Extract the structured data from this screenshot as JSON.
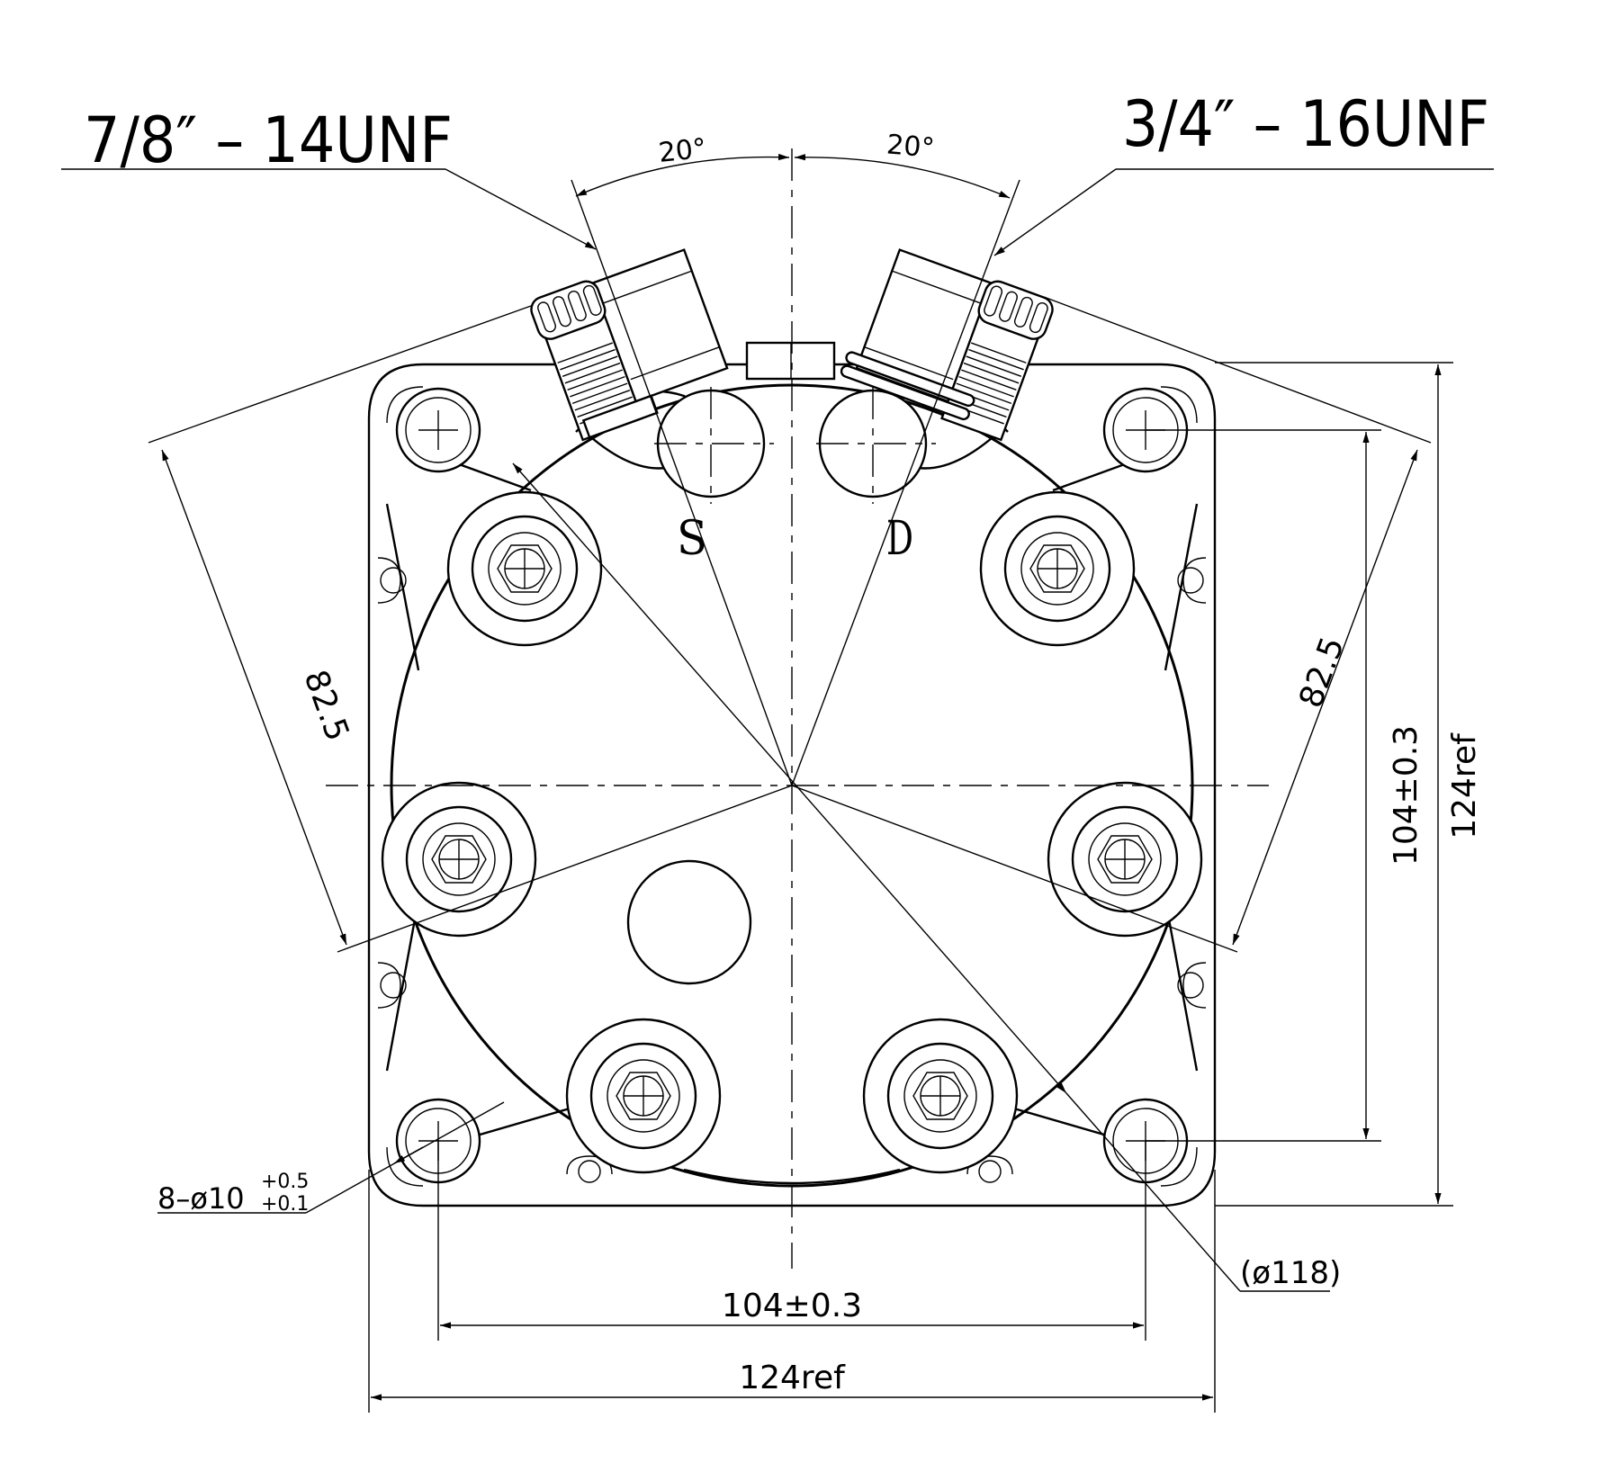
{
  "drawing": {
    "callout_left": "7/8″ – 14UNF",
    "callout_right": "3/4″ – 16UNF",
    "angle_left": "20°",
    "angle_right": "20°",
    "port_suction": "S",
    "port_discharge": "D",
    "dim_diagonal_left": "82.5",
    "dim_diagonal_right": "82.5",
    "dim_vertical_holes": "104±0.3",
    "dim_vertical_ref": "124ref",
    "dim_horizontal_holes": "104±0.3",
    "dim_horizontal_ref": "124ref",
    "dim_circle": "(ø118)",
    "hole_spec_base": "8–ø10",
    "hole_spec_upper": "+0.5",
    "hole_spec_lower": "+0.1"
  }
}
